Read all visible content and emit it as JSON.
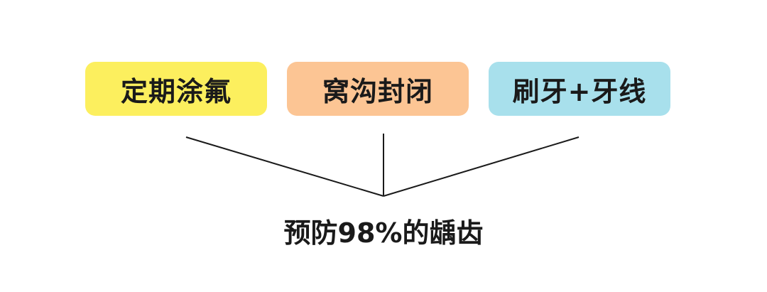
{
  "methods": [
    {
      "label": "定期涂氟",
      "color": "#FCEF5E"
    },
    {
      "label": "窝沟封闭",
      "color": "#FCC594"
    },
    {
      "label": "刷牙+牙线",
      "color": "#A8E0EC"
    }
  ],
  "result": {
    "label": "预防98%的龋齿"
  },
  "line_color": "#1a1a1a"
}
